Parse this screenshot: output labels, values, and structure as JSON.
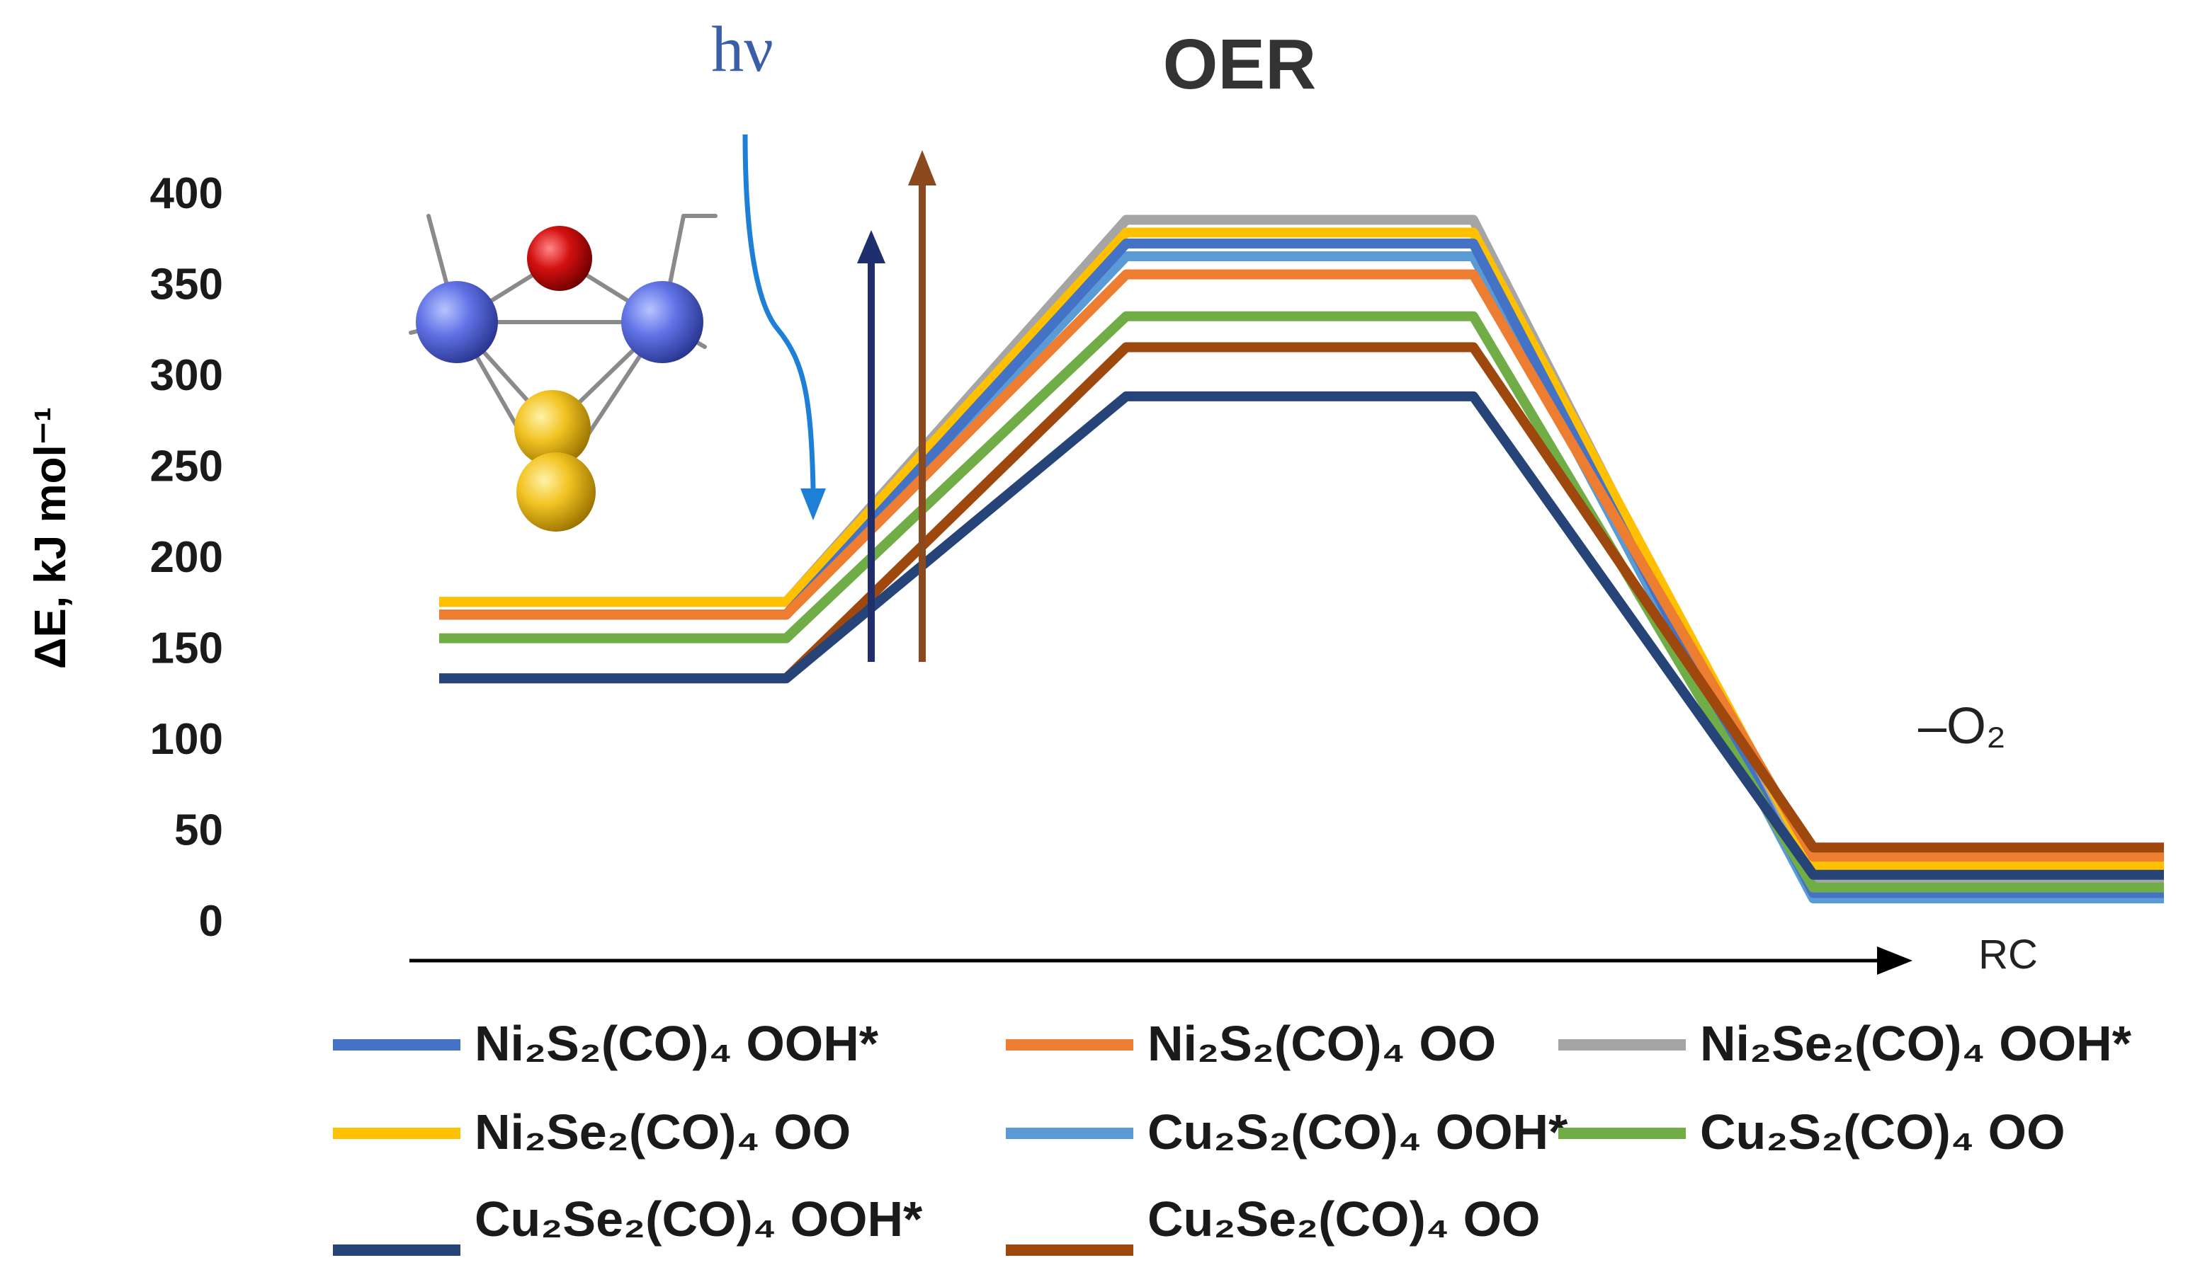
{
  "chart_data": {
    "type": "line",
    "title": "OER",
    "ylabel": "ΔE, kJ mol⁻¹",
    "xlabel": "RC",
    "ylim": [
      0,
      400
    ],
    "yticks": [
      0,
      50,
      100,
      150,
      200,
      250,
      300,
      350,
      400
    ],
    "grid": false,
    "legend_position": "bottom",
    "annotations": {
      "light": "hν",
      "release": "–O₂"
    },
    "x_steps": [
      0,
      1,
      2,
      3,
      4,
      5
    ],
    "series": [
      {
        "name": "Ni₂S₂(CO)₄ OOH*",
        "color": "#4472c4",
        "values": [
          168,
          168,
          372,
          372,
          15,
          15
        ]
      },
      {
        "name": "Ni₂S₂(CO)₄ OO",
        "color": "#ed7d31",
        "values": [
          168,
          168,
          355,
          355,
          35,
          35
        ]
      },
      {
        "name": "Ni₂Se₂(CO)₄ OOH*",
        "color": "#a5a5a5",
        "values": [
          175,
          175,
          385,
          385,
          20,
          20
        ]
      },
      {
        "name": "Ni₂Se₂(CO)₄ OO",
        "color": "#ffc000",
        "values": [
          175,
          175,
          378,
          378,
          30,
          30
        ]
      },
      {
        "name": "Cu₂S₂(CO)₄ OOH*",
        "color": "#5b9bd5",
        "values": [
          168,
          168,
          365,
          365,
          12,
          12
        ]
      },
      {
        "name": "Cu₂S₂(CO)₄ OO",
        "color": "#70ad47",
        "values": [
          155,
          155,
          332,
          332,
          18,
          18
        ]
      },
      {
        "name": "Cu₂Se₂(CO)₄ OOH*",
        "color": "#264478",
        "values": [
          133,
          133,
          288,
          288,
          25,
          25
        ]
      },
      {
        "name": "Cu₂Se₂(CO)₄ OO",
        "color": "#9e480e",
        "values": [
          133,
          133,
          315,
          315,
          40,
          40
        ]
      }
    ]
  }
}
